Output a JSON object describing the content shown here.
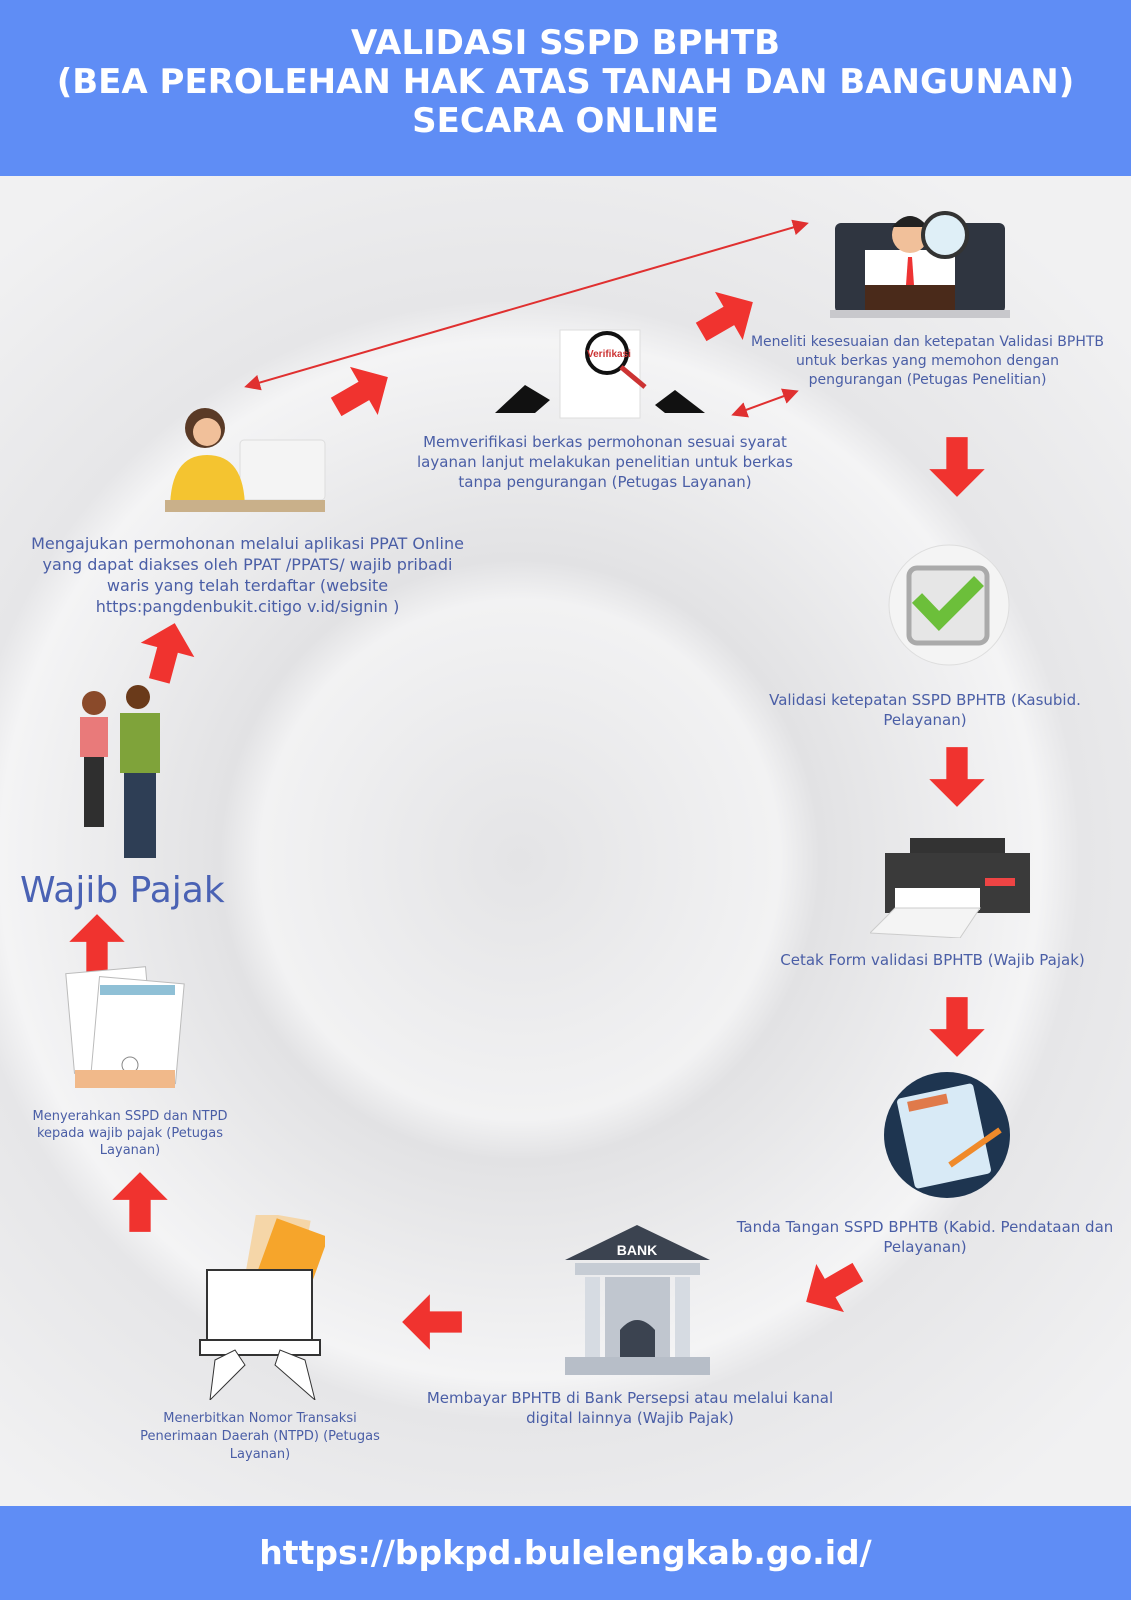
{
  "header": {
    "line1": "VALIDASI SSPD BPHTB",
    "line2": "(BEA PEROLEHAN HAK ATAS TANAH DAN BANGUNAN)",
    "line3": "SECARA ONLINE"
  },
  "steps": {
    "apply": "Mengajukan permohonan melalui aplikasi PPAT Online yang dapat diakses oleh PPAT /PPATS/ wajib pribadi waris yang telah terdaftar (website https:pangdenbukit.citigo v.id/signin )",
    "verify": "Memverifikasi berkas permohonan sesuai syarat layanan lanjut melakukan penelitian untuk berkas tanpa pengurangan (Petugas Layanan)",
    "verify_doc_label": "Verifikasi",
    "research": "Meneliti kesesuaian dan ketepatan Validasi BPHTB untuk berkas yang memohon dengan pengurangan (Petugas Penelitian)",
    "validate": "Validasi ketepatan SSPD BPHTB (Kasubid. Pelayanan)",
    "print": "Cetak Form validasi BPHTB (Wajib Pajak)",
    "sign": "Tanda Tangan SSPD BPHTB (Kabid. Pendataan dan Pelayanan)",
    "pay": "Membayar BPHTB di Bank Persepsi atau melalui kanal digital lainnya (Wajib Pajak)",
    "bank_label": "BANK",
    "ntpd": "Menerbitkan Nomor Transaksi Penerimaan Daerah (NTPD) (Petugas Layanan)",
    "handover": "Menyerahkan SSPD dan NTPD kepada wajib pajak (Petugas Layanan)"
  },
  "taxpayer_label": "Wajib Pajak",
  "footer": {
    "url": "https://bpkpd.bulelengkab.go.id/"
  },
  "colors": {
    "header": "#5f8df5",
    "arrow": "#f0332f",
    "text": "#4a5ea6"
  }
}
